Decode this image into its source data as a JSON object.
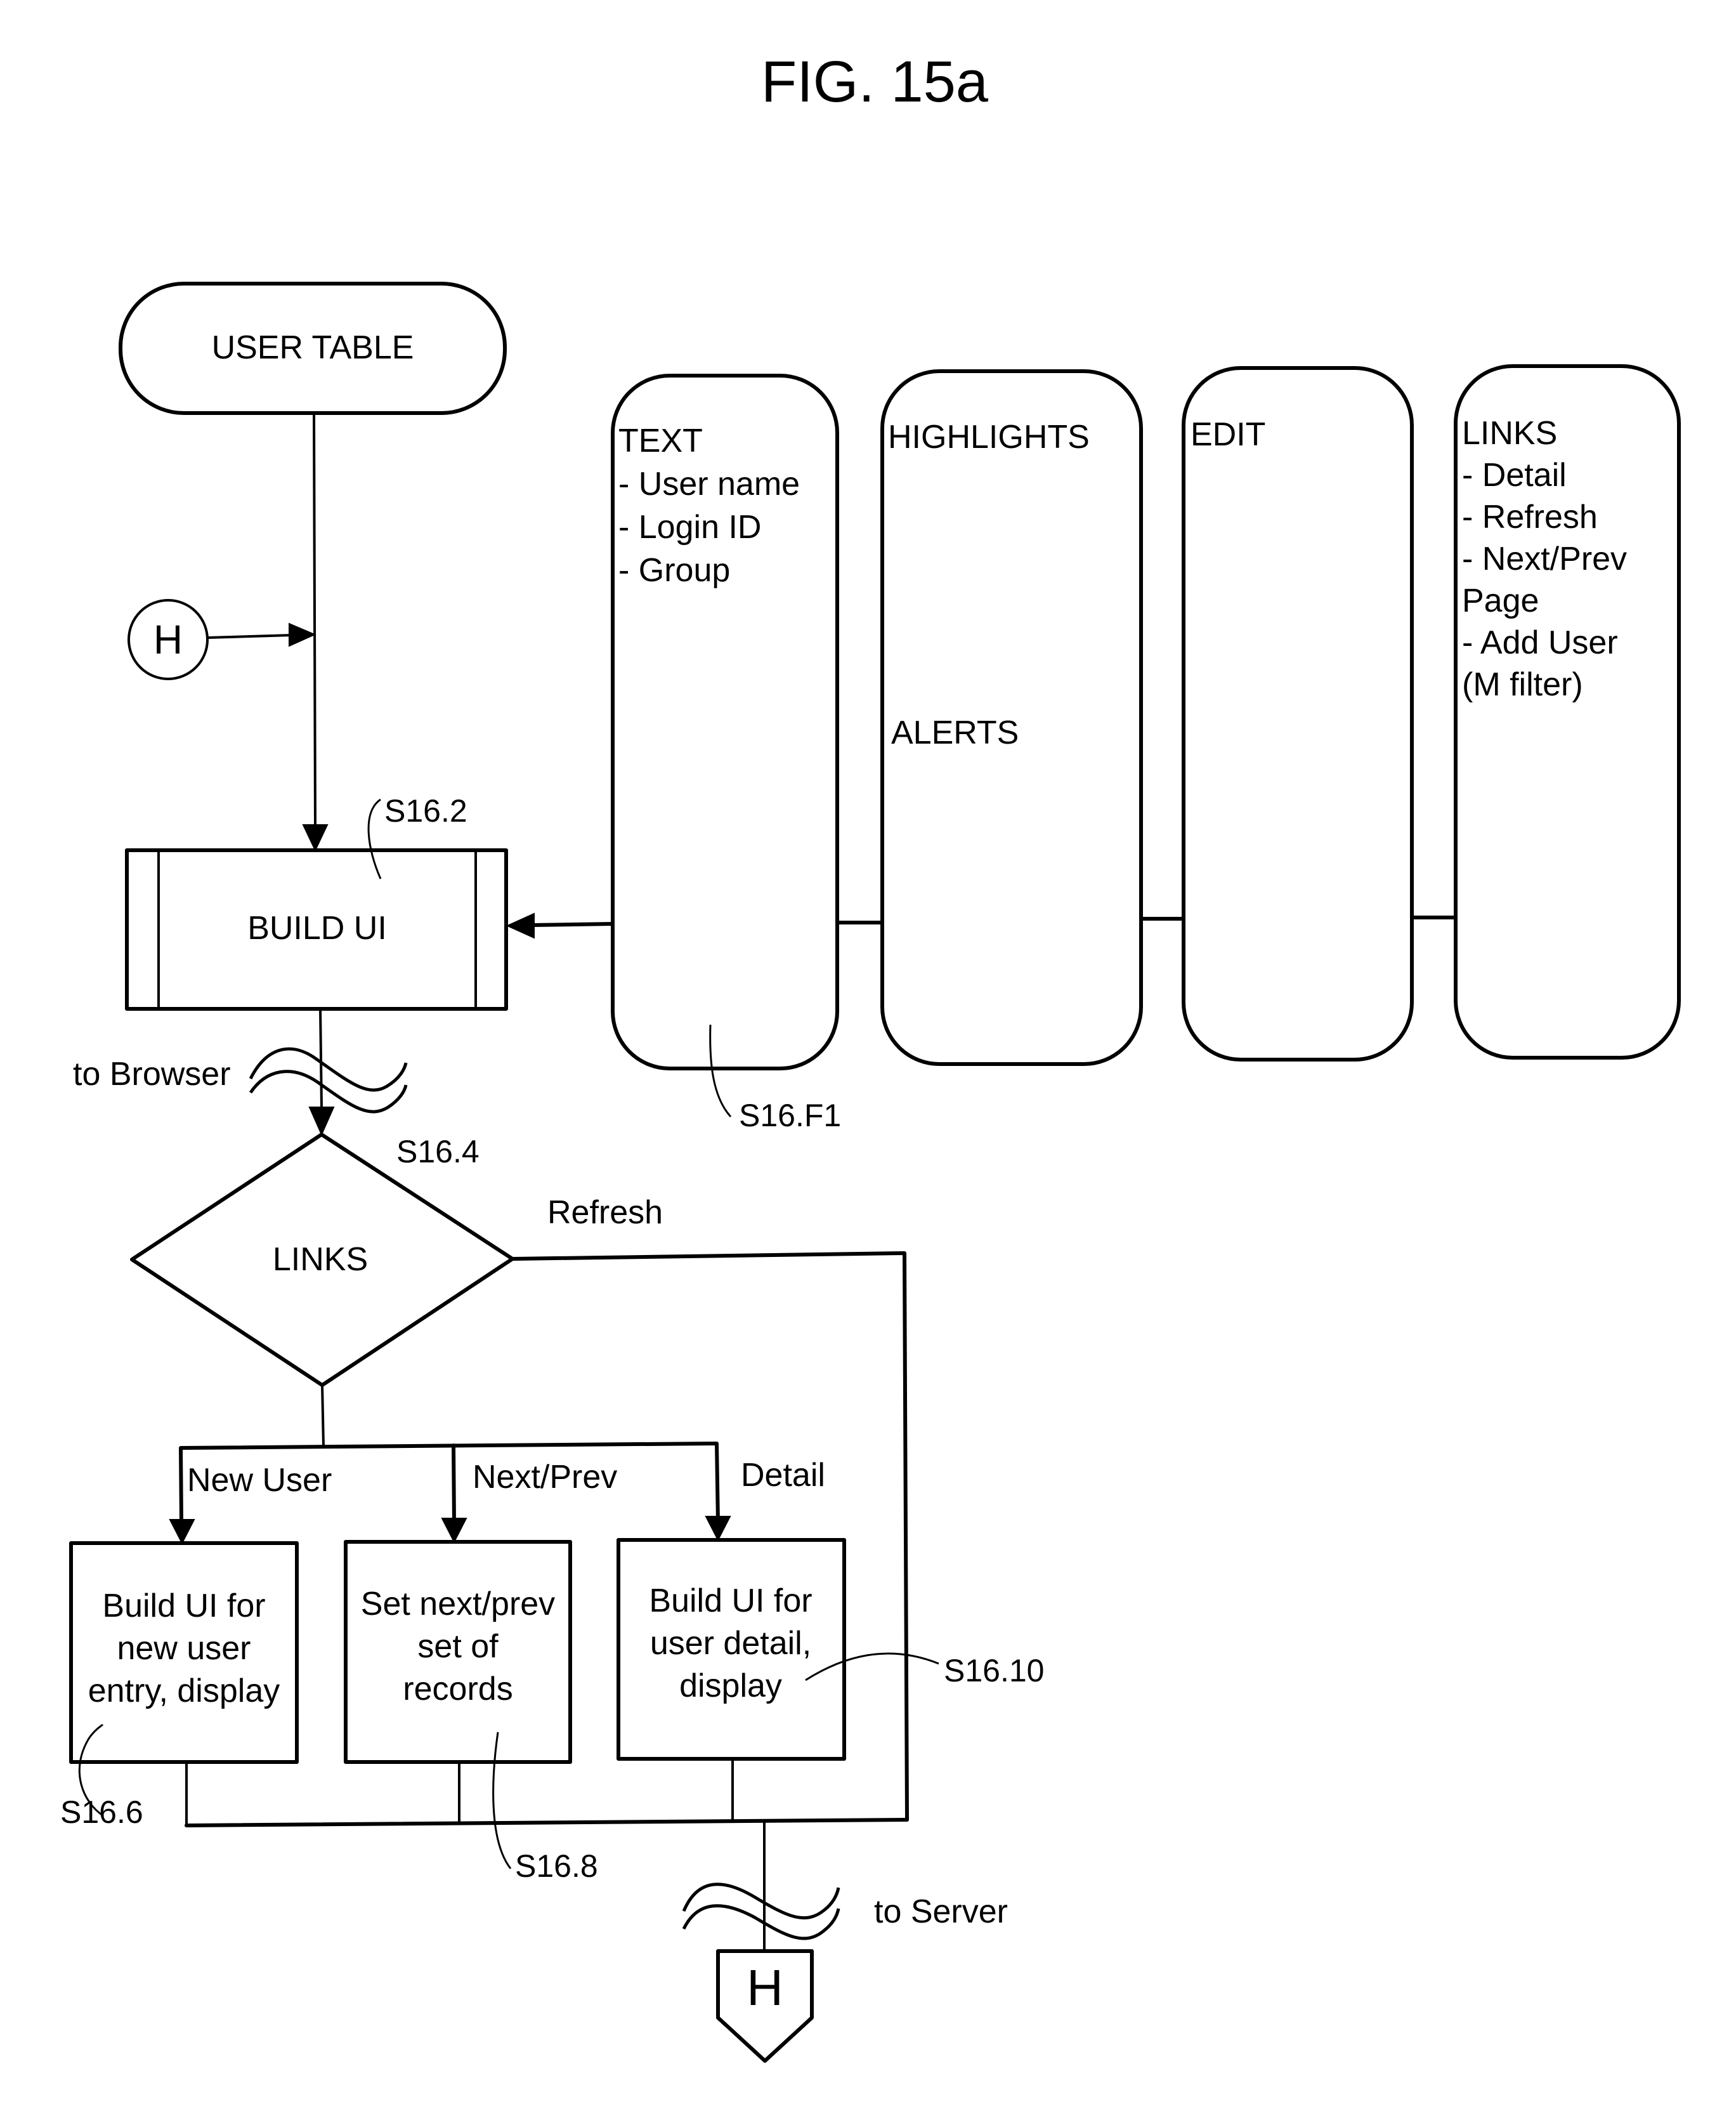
{
  "figure": {
    "title": "FIG. 15a"
  },
  "nodes": {
    "user_table": {
      "label": "USER TABLE"
    },
    "connector_in": {
      "label": "H"
    },
    "build_ui": {
      "label": "BUILD UI",
      "ref": "S16.2"
    },
    "to_browser": {
      "label": "to Browser"
    },
    "links_decision": {
      "label": "LINKS",
      "ref": "S16.4"
    },
    "refresh_branch": {
      "label": "Refresh"
    },
    "branches": [
      {
        "edge_label": "New User",
        "lines": [
          "Build UI for",
          "new user",
          "entry, display"
        ],
        "ref": "S16.6"
      },
      {
        "edge_label": "Next/Prev",
        "lines": [
          "Set next/prev",
          "set of",
          "records"
        ],
        "ref": "S16.8"
      },
      {
        "edge_label": "Detail",
        "lines": [
          "Build UI for",
          "user detail,",
          "display"
        ],
        "ref": "S16.10"
      }
    ],
    "to_server": {
      "label": "to Server"
    },
    "connector_out": {
      "label": "H"
    }
  },
  "panels": {
    "ref": "S16.F1",
    "items": [
      {
        "title": "TEXT",
        "lines": [
          "- User name",
          "- Login ID",
          "- Group"
        ]
      },
      {
        "title": "HIGHLIGHTS",
        "lines": [],
        "extra": "ALERTS"
      },
      {
        "title": "EDIT",
        "lines": []
      },
      {
        "title": "LINKS",
        "lines": [
          "-  Detail",
          "- Refresh",
          "- Next/Prev",
          "Page",
          "- Add User",
          "(M filter)"
        ]
      }
    ]
  }
}
